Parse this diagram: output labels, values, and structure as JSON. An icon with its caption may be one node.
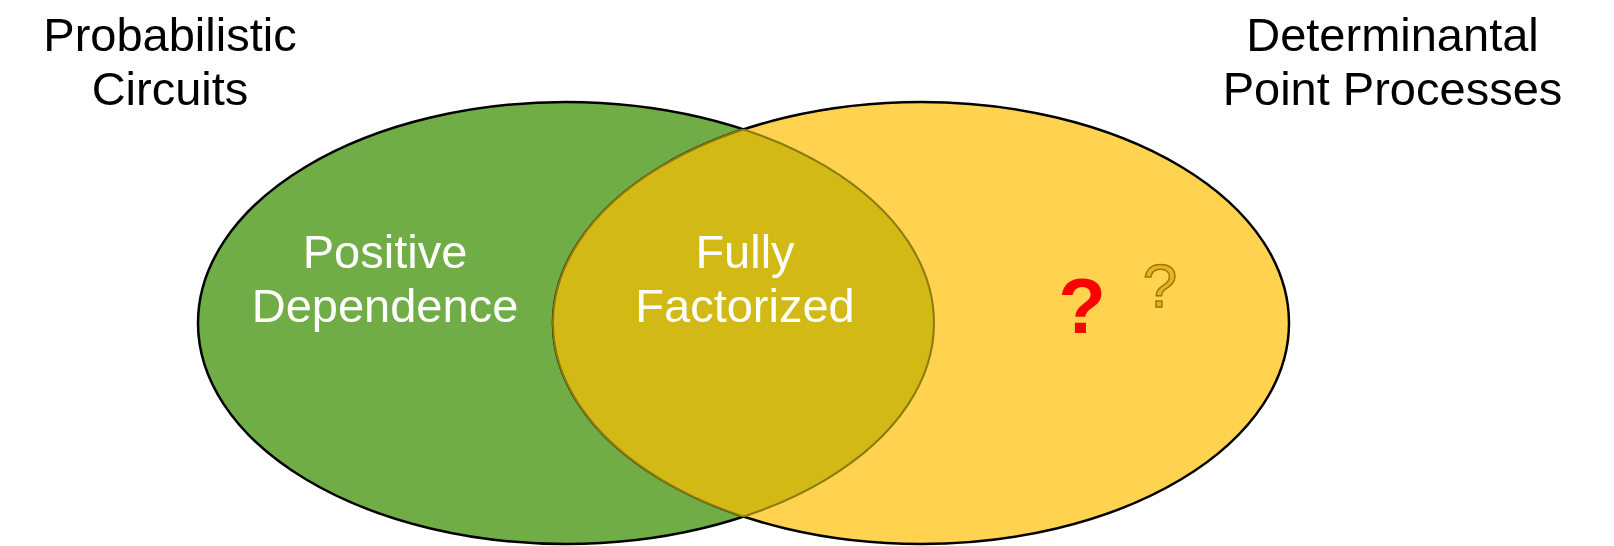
{
  "diagram": {
    "nodes": [
      {
        "text": [
          "Probabilistic Circuits",
          "Positive Dependence"
        ]
      },
      {
        "text": [
          "Determinantal Point Processes",
          "?",
          "?"
        ]
      },
      {
        "text": [
          "Fully Factorized"
        ]
      }
    ],
    "edges": []
  }
}
